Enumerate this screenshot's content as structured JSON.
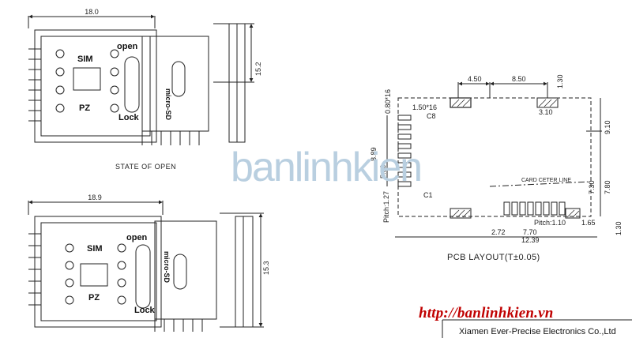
{
  "top_view": {
    "width_dim": "18.0",
    "height_dim": "15.2",
    "label_sim": "SIM",
    "label_pz": "PZ",
    "label_open": "open",
    "label_lock": "Lock",
    "label_microsd": "micro-SD",
    "caption": "STATE OF OPEN"
  },
  "bottom_view": {
    "width_dim": "18.9",
    "height_dim": "15.3",
    "label_sim": "SIM",
    "label_pz": "PZ",
    "label_open": "open",
    "label_lock": "Lock",
    "label_microsd": "micro-SD"
  },
  "pcb": {
    "dim_450": "4.50",
    "dim_850": "8.50",
    "dim_130_top": "1.30",
    "dim_080x16": "0.80*16",
    "dim_150x16": "1.50*16",
    "label_c8": "C8",
    "label_c1": "C1",
    "dim_310": "3.10",
    "dim_910": "9.10",
    "dim_889": "8.89",
    "dim_590": "5.90",
    "dim_pitch127": "Pitch:1.27",
    "card_center_line": "CARD CETER LINE",
    "dim_730": "7.30",
    "dim_780": "7.80",
    "dim_pitch110": "Pitch:1.10",
    "dim_165": "1.65",
    "dim_130_bottom": "1.30",
    "dim_272": "2.72",
    "dim_770": "7.70",
    "dim_1239": "12.39",
    "caption": "PCB LAYOUT(T±0.05)"
  },
  "watermark": "banlinhkien",
  "website": "http://banlinhkien.vn",
  "manufacturer": "Xiamen Ever-Precise Electronics Co.,Ltd"
}
